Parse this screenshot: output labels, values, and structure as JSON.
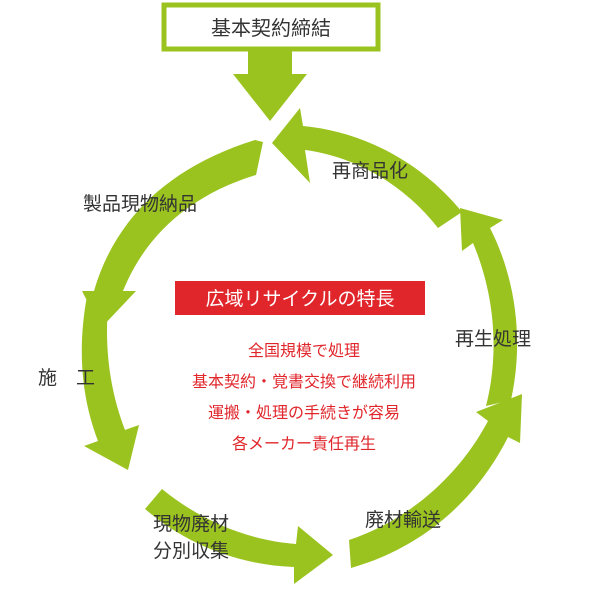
{
  "contract": {
    "label": "基本契約締結"
  },
  "steps": {
    "delivery": "製品現物納品",
    "construction": "施　工",
    "sorting_line1": "現物廃材",
    "sorting_line2": "分別収集",
    "transport": "廃材輸送",
    "recycling": "再生処理",
    "recommercialization": "再商品化"
  },
  "features": {
    "title": "広域リサイクルの特長",
    "items": [
      "全国規模で処理",
      "基本契約・覚書交換で継続利用",
      "運搬・処理の手続きが容易",
      "各メーカー責任再生"
    ]
  },
  "colors": {
    "arrow": "#9bc31f",
    "badge": "#e0262b",
    "feature_text": "#e0262b",
    "label_text": "#333333"
  }
}
